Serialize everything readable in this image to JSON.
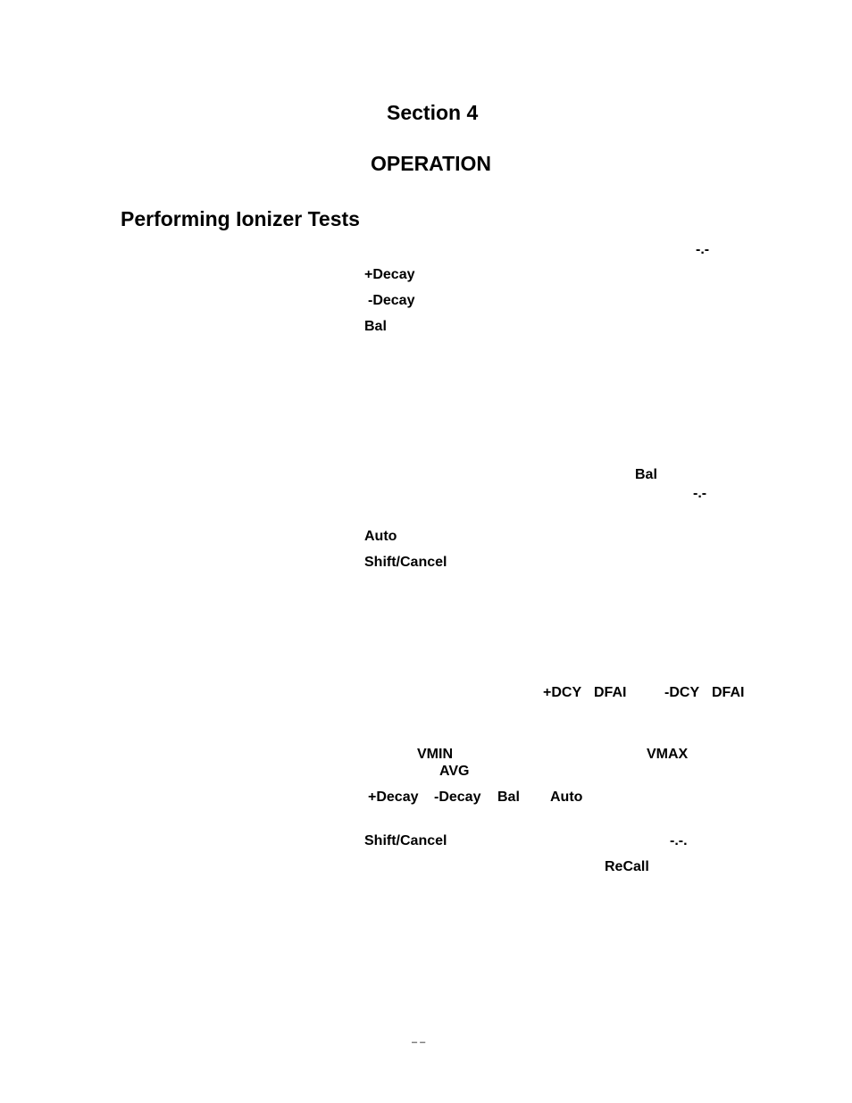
{
  "header": {
    "section": "Section 4",
    "chapter": "OPERATION",
    "heading": "Performing Ionizer Tests"
  },
  "keywords": {
    "dash_dot_dash_1": "-.-",
    "plus_decay_1": "+Decay",
    "minus_decay_1": "-Decay",
    "bal_1": "Bal",
    "bal_2": "Bal",
    "dash_dot_dash_2": "-.-",
    "auto_1": "Auto",
    "shift_cancel_1": "Shift/Cancel",
    "plus_dcy": "+DCY",
    "dfai_1": "DFAI",
    "minus_dcy": "-DCY",
    "dfai_2": "DFAI",
    "vmin": "VMIN",
    "vmax": "VMAX",
    "avg": "AVG",
    "plus_decay_2": "+Decay",
    "minus_decay_2": "-Decay",
    "bal_3": "Bal",
    "auto_2": "Auto",
    "shift_cancel_2": "Shift/Cancel",
    "dash_dot_dash_dot": "-.-.",
    "recall": "ReCall"
  },
  "footer": {
    "page_marker": "–  –"
  }
}
